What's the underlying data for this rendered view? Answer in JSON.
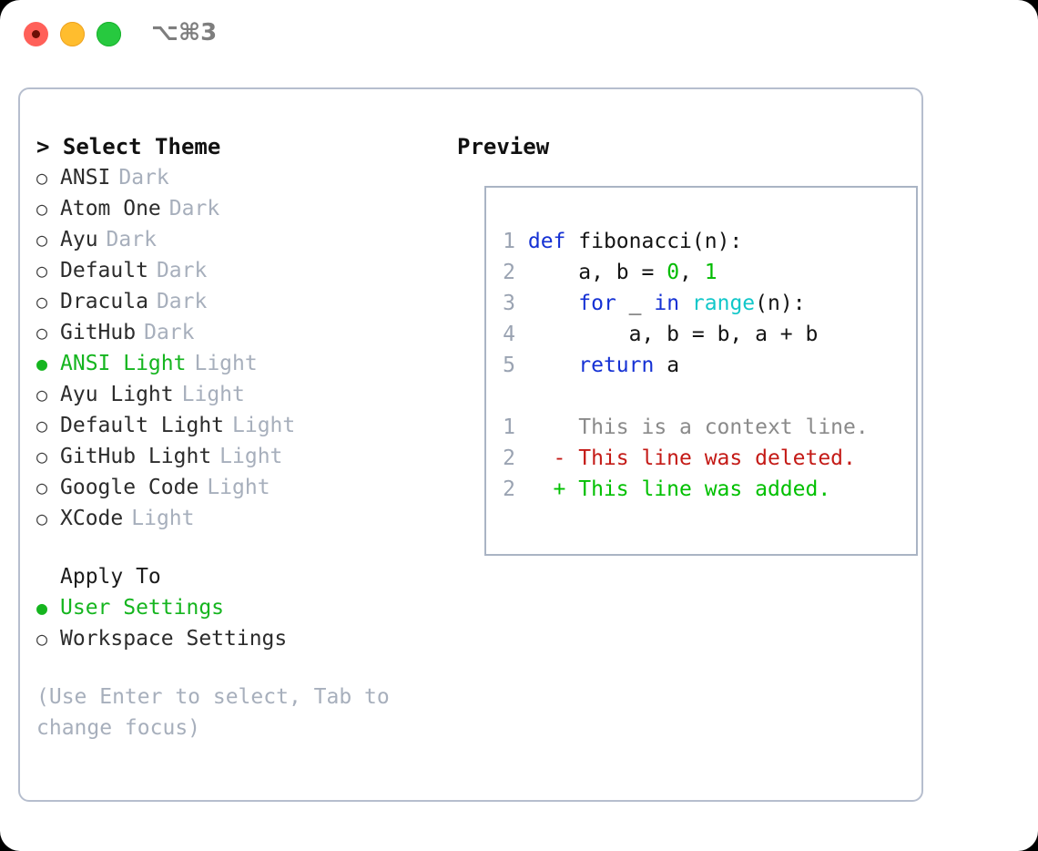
{
  "window": {
    "shortcut": "⌥⌘3",
    "traffic_lights": [
      {
        "name": "close",
        "color": "#ff6059"
      },
      {
        "name": "minimize",
        "color": "#ffbd2e"
      },
      {
        "name": "maximize",
        "color": "#27c93f"
      }
    ]
  },
  "theme_picker": {
    "heading": "> Select Theme",
    "marker_selected": "●",
    "marker_unselected": "○",
    "accent_color": "#15b51f",
    "kind_color": "#a7afbc",
    "items": [
      {
        "name": "ANSI",
        "kind": "Dark",
        "selected": false
      },
      {
        "name": "Atom One",
        "kind": "Dark",
        "selected": false
      },
      {
        "name": "Ayu",
        "kind": "Dark",
        "selected": false
      },
      {
        "name": "Default",
        "kind": "Dark",
        "selected": false
      },
      {
        "name": "Dracula",
        "kind": "Dark",
        "selected": false
      },
      {
        "name": "GitHub",
        "kind": "Dark",
        "selected": false
      },
      {
        "name": "ANSI Light",
        "kind": "Light",
        "selected": true
      },
      {
        "name": "Ayu Light",
        "kind": "Light",
        "selected": false
      },
      {
        "name": "Default Light",
        "kind": "Light",
        "selected": false
      },
      {
        "name": "GitHub Light",
        "kind": "Light",
        "selected": false
      },
      {
        "name": "Google Code",
        "kind": "Light",
        "selected": false
      },
      {
        "name": "XCode",
        "kind": "Light",
        "selected": false
      }
    ]
  },
  "apply_to": {
    "label": "Apply To",
    "items": [
      {
        "name": "User Settings",
        "selected": true
      },
      {
        "name": "Workspace Settings",
        "selected": false
      }
    ]
  },
  "hint": "(Use Enter to select, Tab to change focus)",
  "preview": {
    "title": "Preview",
    "border_color": "#aab4c4",
    "code": {
      "line_numbers": [
        "1",
        "2",
        "3",
        "4",
        "5"
      ],
      "lines": [
        {
          "n": "1",
          "tokens": [
            {
              "t": "def",
              "c": "kw"
            },
            {
              "t": " ",
              "c": "punct"
            },
            {
              "t": "fibonacci",
              "c": "fn"
            },
            {
              "t": "(n):",
              "c": "punct"
            }
          ]
        },
        {
          "n": "2",
          "tokens": [
            {
              "t": "    a, b = ",
              "c": "id"
            },
            {
              "t": "0",
              "c": "num"
            },
            {
              "t": ", ",
              "c": "punct"
            },
            {
              "t": "1",
              "c": "num"
            }
          ]
        },
        {
          "n": "3",
          "tokens": [
            {
              "t": "    ",
              "c": "id"
            },
            {
              "t": "for",
              "c": "kw"
            },
            {
              "t": " _ ",
              "c": "id"
            },
            {
              "t": "in",
              "c": "kw"
            },
            {
              "t": " ",
              "c": "id"
            },
            {
              "t": "range",
              "c": "built"
            },
            {
              "t": "(n):",
              "c": "punct"
            }
          ]
        },
        {
          "n": "4",
          "tokens": [
            {
              "t": "        a, b = b, a + b",
              "c": "id"
            }
          ]
        },
        {
          "n": "5",
          "tokens": [
            {
              "t": "    ",
              "c": "id"
            },
            {
              "t": "return",
              "c": "kw"
            },
            {
              "t": " a",
              "c": "id"
            }
          ]
        }
      ]
    },
    "diff": {
      "lines": [
        {
          "n": "1",
          "marker": " ",
          "text": "This is a context line.",
          "kind": "ctx"
        },
        {
          "n": "2",
          "marker": "-",
          "text": "This line was deleted.",
          "kind": "del"
        },
        {
          "n": "2",
          "marker": "+",
          "text": "This line was added.",
          "kind": "add"
        }
      ],
      "colors": {
        "context": "#8a8a8a",
        "deleted": "#c41a16",
        "added": "#00c000"
      }
    },
    "syntax_colors": {
      "keyword": "#1531d4",
      "builtin": "#11c7c9",
      "number": "#00bb00",
      "identifier": "#141414",
      "line_number": "#9aa3b2"
    }
  }
}
